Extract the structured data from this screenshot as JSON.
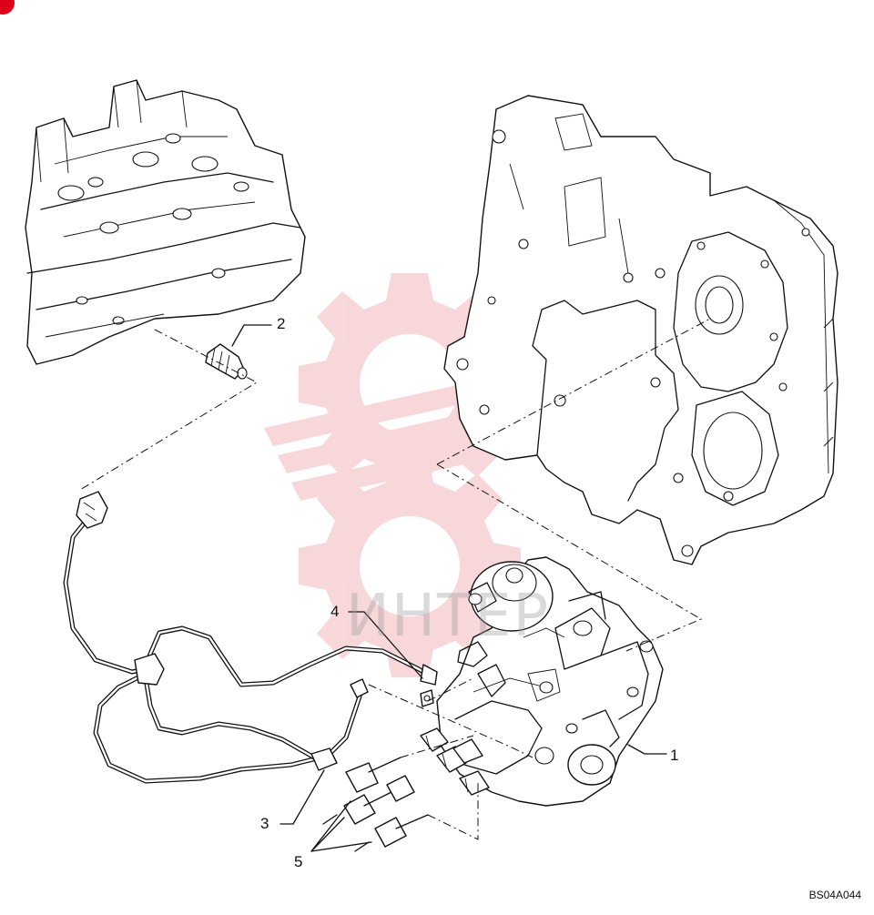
{
  "callouts": {
    "c1": "1",
    "c2": "2",
    "c3": "3",
    "c4": "4",
    "c5": "5"
  },
  "drawing_ref": "BS04A044",
  "watermark_text": "ИНТЕР",
  "colors": {
    "corner_mark": "#e0001b",
    "watermark": "#f2b8bd",
    "line": "#111111"
  }
}
